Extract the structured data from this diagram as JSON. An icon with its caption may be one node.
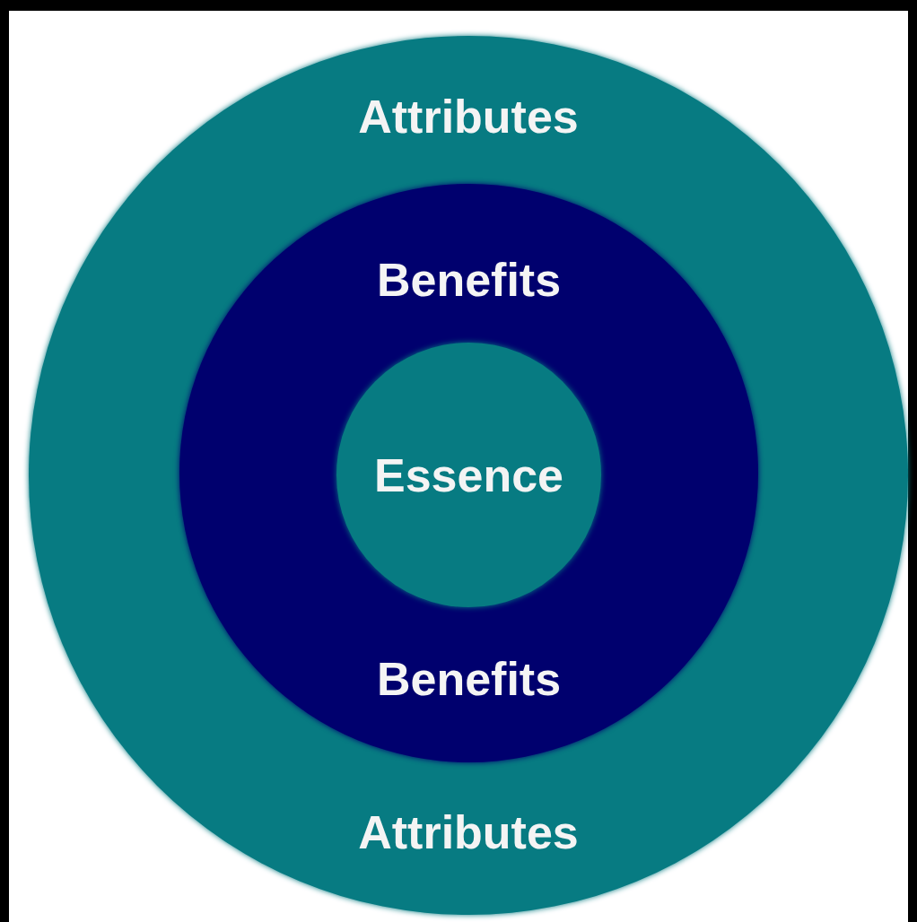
{
  "diagram": {
    "nodes": [
      {
        "text": [
          "Attributes",
          "Attributes"
        ]
      },
      {
        "text": [
          "Benefits",
          "Benefits"
        ],
        "in": 0
      },
      {
        "text": [
          "Essence"
        ],
        "in": 1
      }
    ]
  }
}
